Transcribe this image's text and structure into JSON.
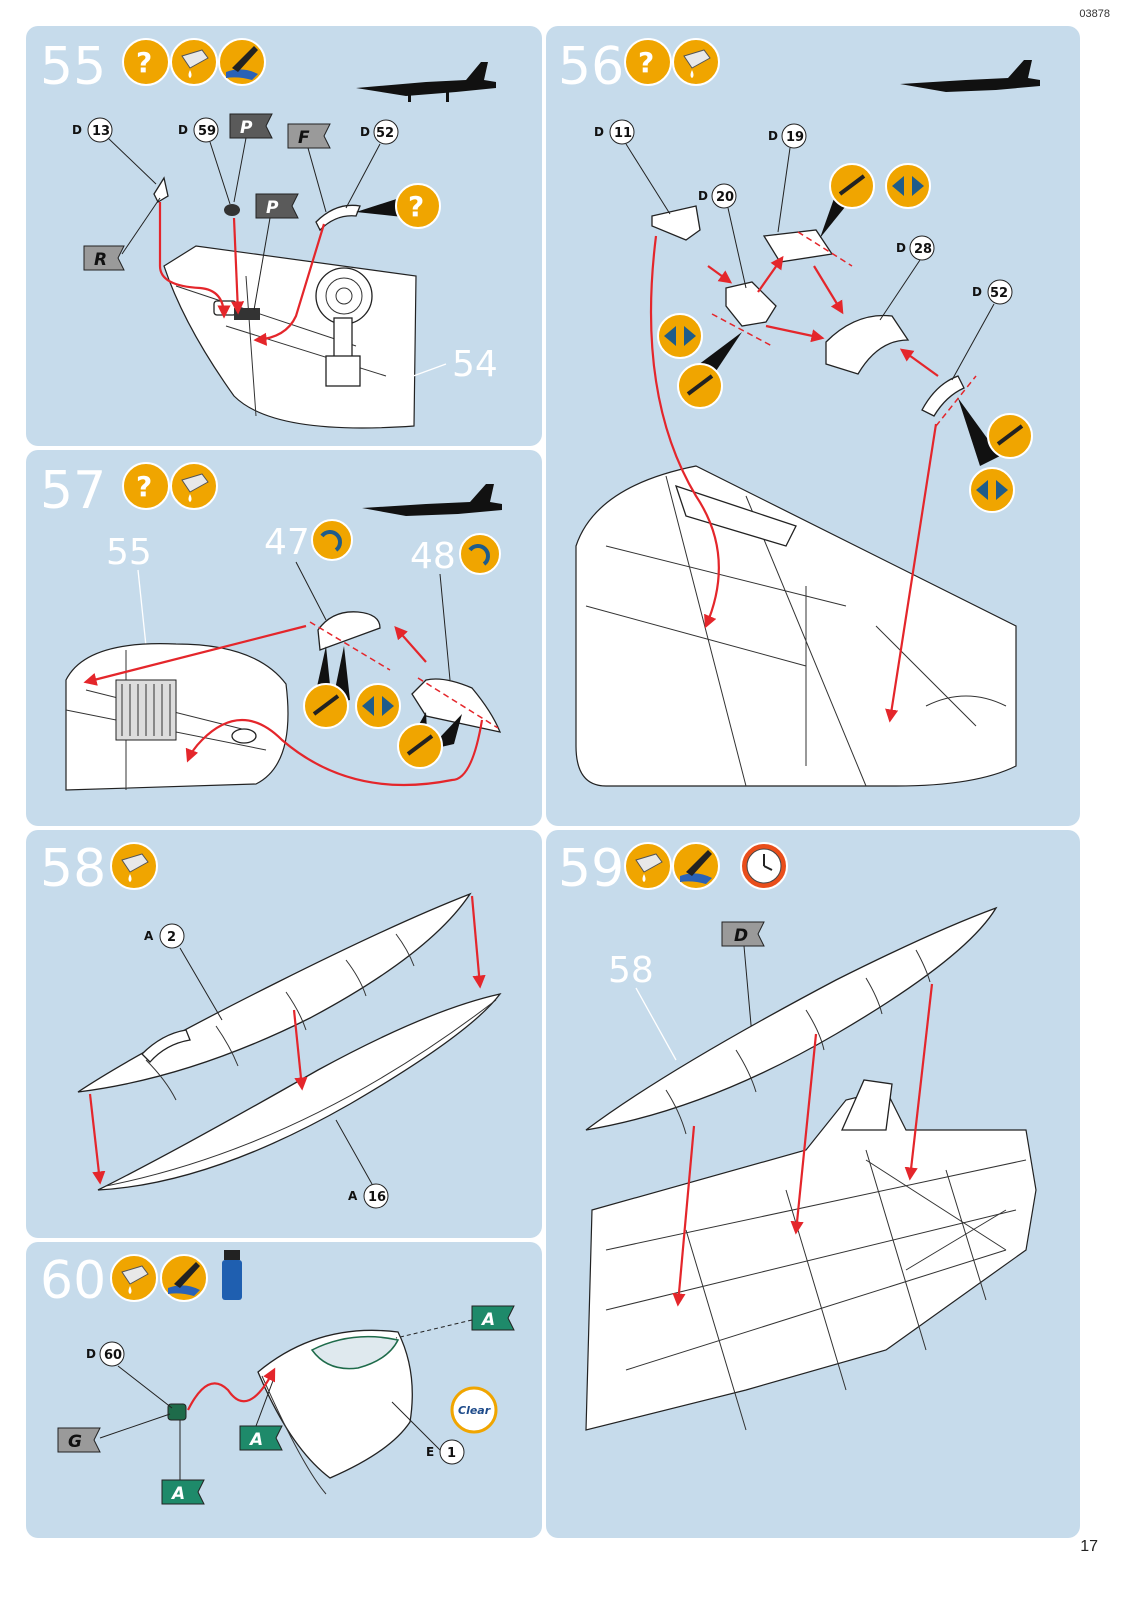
{
  "header": {
    "catalog_number": "03878"
  },
  "footer": {
    "page_number": "17"
  },
  "steps": {
    "s55": {
      "number": "55",
      "callout": "54",
      "parts": [
        {
          "sprue": "D",
          "num": "13"
        },
        {
          "sprue": "D",
          "num": "59"
        },
        {
          "sprue": "D",
          "num": "52"
        }
      ],
      "flags": {
        "r": "R",
        "p1": "P",
        "p2": "P",
        "f": "F"
      },
      "icons": [
        "optional-icon",
        "glue-icon",
        "paint-icon"
      ]
    },
    "s56": {
      "number": "56",
      "parts": [
        {
          "sprue": "D",
          "num": "11"
        },
        {
          "sprue": "D",
          "num": "19"
        },
        {
          "sprue": "D",
          "num": "20"
        },
        {
          "sprue": "D",
          "num": "28"
        },
        {
          "sprue": "D",
          "num": "52"
        }
      ],
      "icons": [
        "optional-icon",
        "glue-icon",
        "cut-icon",
        "rotate-pair-icon"
      ]
    },
    "s57": {
      "number": "57",
      "callouts": {
        "c55": "55",
        "c47": "47",
        "c48": "48"
      },
      "icons": [
        "optional-icon",
        "glue-icon",
        "cut-icon",
        "rotate-icon"
      ]
    },
    "s58": {
      "number": "58",
      "parts": [
        {
          "sprue": "A",
          "num": "2"
        },
        {
          "sprue": "A",
          "num": "16"
        }
      ],
      "icons": [
        "glue-icon"
      ]
    },
    "s59": {
      "number": "59",
      "callout": "58",
      "flag": "D",
      "icons": [
        "glue-icon",
        "paint-icon",
        "drying-clock-icon"
      ]
    },
    "s60": {
      "number": "60",
      "parts": [
        {
          "sprue": "D",
          "num": "60"
        },
        {
          "sprue": "E",
          "num": "1"
        }
      ],
      "flags": {
        "g": "G",
        "a1": "A",
        "a2": "A",
        "a3": "A"
      },
      "badge": "Clear",
      "icons": [
        "glue-icon",
        "paint-icon",
        "clear-glue-bottle-icon"
      ]
    }
  },
  "colors": {
    "panel": "#c6dbeb",
    "icon_orange": "#f0a500",
    "arrow": "#e4262b",
    "flag_grey": "#9a9a9a",
    "flag_dark": "#5a5a5a",
    "flag_green": "#1e8a6a"
  }
}
